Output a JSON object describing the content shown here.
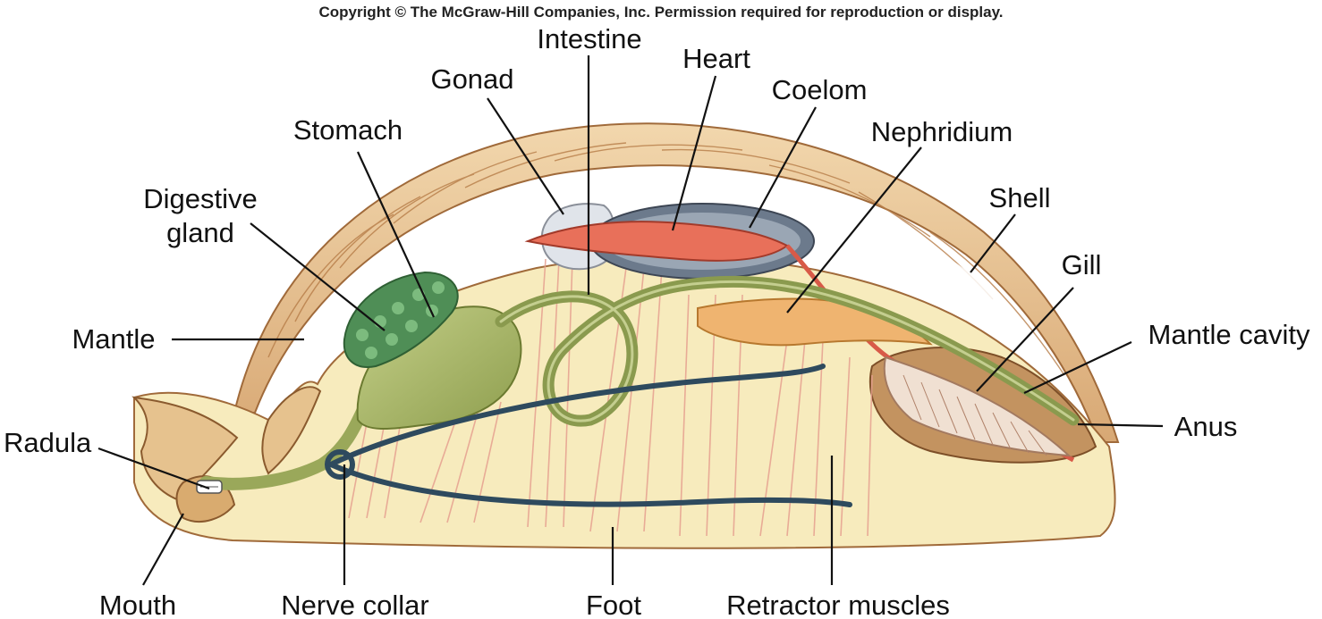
{
  "copyright": "Copyright © The McGraw-Hill Companies, Inc. Permission required for reproduction or display.",
  "labels": {
    "intestine": "Intestine",
    "heart": "Heart",
    "gonad": "Gonad",
    "coelom": "Coelom",
    "stomach": "Stomach",
    "nephridium": "Nephridium",
    "digestive_gland_line1": "Digestive",
    "digestive_gland_line2": "gland",
    "shell": "Shell",
    "gill": "Gill",
    "mantle": "Mantle",
    "mantle_cavity": "Mantle cavity",
    "anus": "Anus",
    "radula": "Radula",
    "mouth": "Mouth",
    "nerve_collar": "Nerve collar",
    "foot": "Foot",
    "retractor_muscles": "Retractor muscles"
  },
  "colors": {
    "shell": "#e9c79a",
    "shell_rib": "#c9955f",
    "body": "#f7ebbd",
    "gut": "#a9b86a",
    "digestive_gland": "#5f9a62",
    "heart": "#e8705a",
    "coelom": "#6c7a8c",
    "gonad": "#e0e4ea",
    "nephridium": "#efb470",
    "muscle": "#e6a090",
    "nerve": "#2e4a5e",
    "gill": "#e9d6c8"
  }
}
